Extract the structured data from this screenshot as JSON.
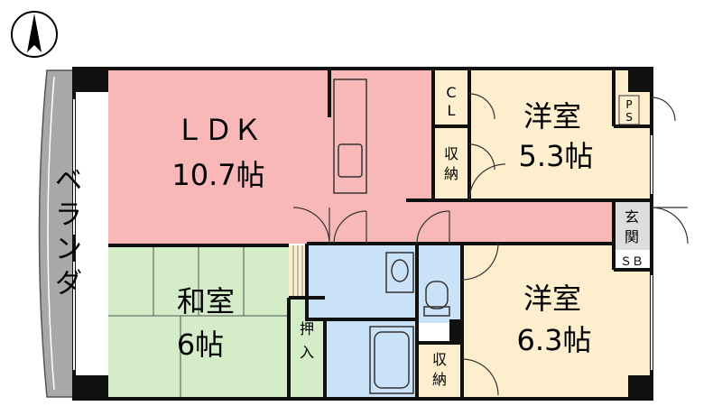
{
  "rooms": {
    "ldk": {
      "name": "ＬＤＫ",
      "size": "10.7帖"
    },
    "washitsu": {
      "name": "和室",
      "size": "6帖"
    },
    "yoshitsu_top": {
      "name": "洋室",
      "size": "5.3帖"
    },
    "yoshitsu_bottom": {
      "name": "洋室",
      "size": "6.3帖"
    }
  },
  "storage": {
    "closet": [
      "C",
      "L"
    ],
    "shuno_top": [
      "収",
      "納"
    ],
    "shuno_bottom": [
      "収",
      "納"
    ],
    "oshiire": [
      "押",
      "入"
    ],
    "ps": [
      "P",
      "S"
    ],
    "sb": "ＳＢ"
  },
  "genkan": [
    "玄",
    "関"
  ],
  "balcony": [
    "ベ",
    "ラ",
    "ン",
    "ダ"
  ],
  "colors": {
    "ldk": "#f8b8b8",
    "washitsu": "#d4ecc8",
    "yoshitsu": "#fdeecd",
    "wet": "#c9e2f8",
    "balcony": "#a8a8a8",
    "wall": "#111111"
  }
}
